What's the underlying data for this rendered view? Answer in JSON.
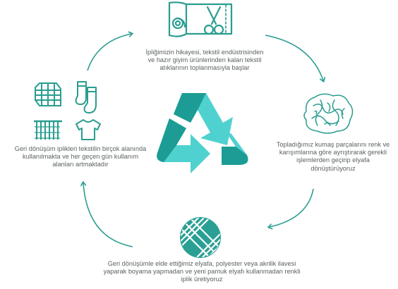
{
  "steps": {
    "top": {
      "icon": "fabric-roll-scissors-icon",
      "text": "İpliğimizin hikayesi, tekstil endüstrisinden\nve hazır giyim ürünlerinden kalan tekstil\natıklarının toplanmasıyla başlar"
    },
    "right": {
      "icon": "fiber-tangle-icon",
      "text": "Topladığımız kumaş parçalarını renk ve\nkarışımlarına göre ayrıştırarak gerekli\nişlemlerden geçirip elyafa\ndönüştürüyoruz"
    },
    "bottom": {
      "icon": "yarn-ball-icon",
      "text": "Geri dönüşümle elde ettiğimiz elyafa, polyester veya akrilik ilavesi\nyaparak boyama yapmadan ve yeni pamuk elyafı kullanmadan renkli\niplik üretiyoruz"
    },
    "left": {
      "icons": [
        "knit-fabric-icon",
        "socks-icon",
        "knitting-icon",
        "tshirt-icon"
      ],
      "text": "Geri dönüşüm iplikleri tekstilin birçok alanında\nkullanılmakta ve her geçen gün kullanım\nalanları artmaktadır"
    }
  },
  "center_icon": "recycle-arrows-icon",
  "colors": {
    "teal_light": "#4fd1cf",
    "teal_dark": "#1c9c94",
    "line": "#2a9d8f",
    "text": "#5b6163"
  }
}
